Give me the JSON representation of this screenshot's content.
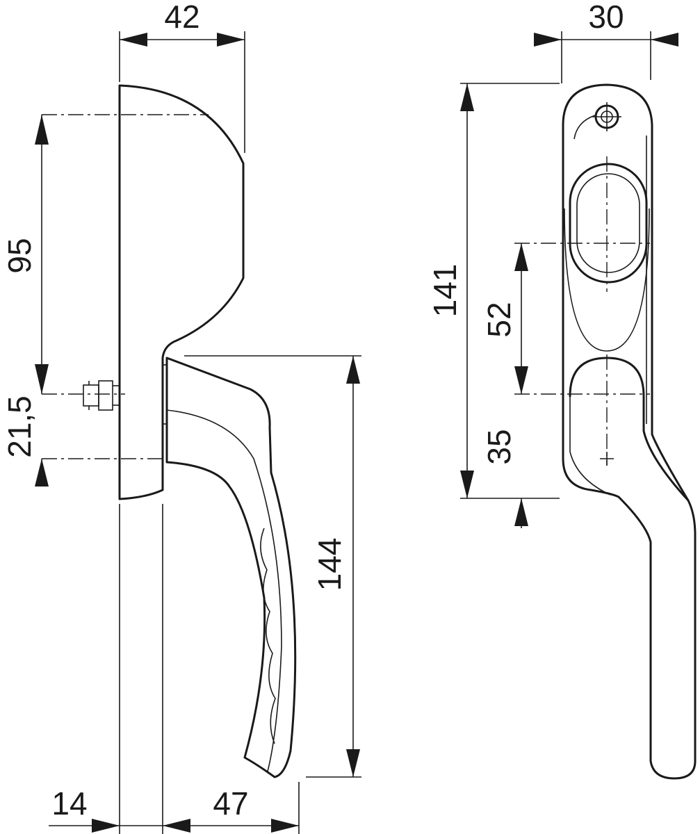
{
  "side_view": {
    "dim_top_width": "42",
    "dim_spindle_offset": "95",
    "dim_small_offset": "21,5",
    "dim_handle_length": "144",
    "dim_base_depth": "14",
    "dim_handle_projection": "47"
  },
  "front_view": {
    "dim_width": "30",
    "dim_total_height": "141",
    "dim_hole_upper": "52",
    "dim_hole_lower": "35"
  }
}
